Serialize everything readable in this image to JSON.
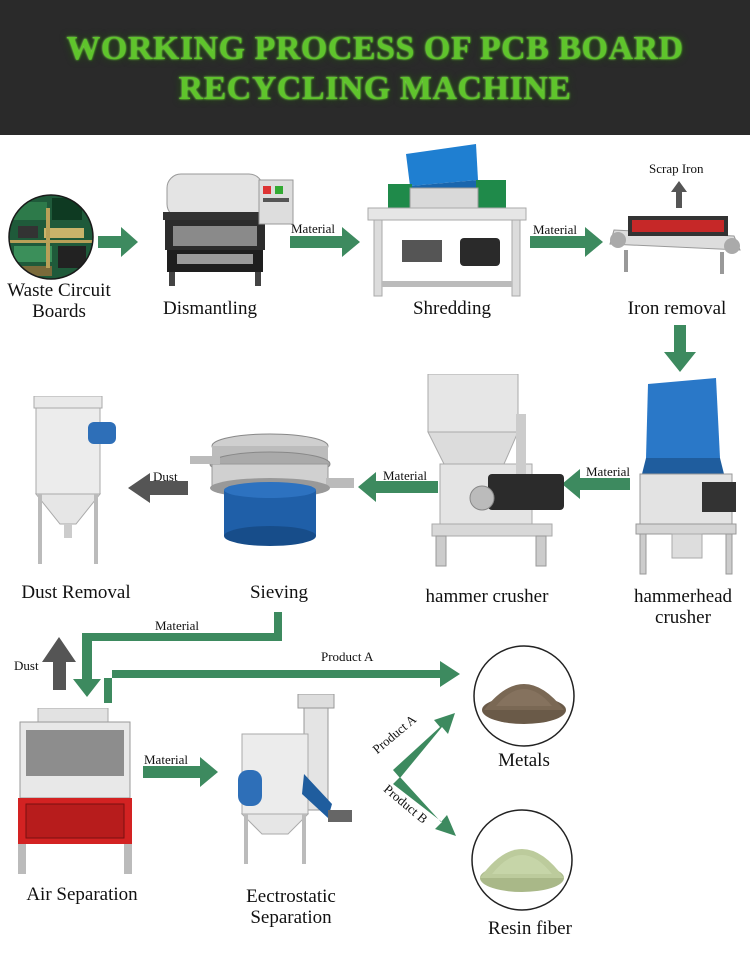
{
  "title_line1": "WORKING PROCESS OF PCB BOARD",
  "title_line2": "RECYCLING MACHINE",
  "colors": {
    "banner": "#2a2a2a",
    "title": "#5fc42c",
    "arrow": "#3d8a5f",
    "dust_arrow": "#555555"
  },
  "steps": {
    "waste": "Waste Circuit\nBoards",
    "dismantling": "Dismantling",
    "shredding": "Shredding",
    "iron_removal": "Iron removal",
    "hammerhead": "hammerhead\ncrusher",
    "hammer": "hammer crusher",
    "sieving": "Sieving",
    "dust_removal": "Dust Removal",
    "air_separation": "Air Separation",
    "electrostatic": "Eectrostatic\nSeparation",
    "metals": "Metals",
    "resin": "Resin fiber"
  },
  "arrow_labels": {
    "material": "Material",
    "scrap_iron": "Scrap Iron",
    "dust": "Dust",
    "product_a": "Product A",
    "product_b": "Product B"
  }
}
